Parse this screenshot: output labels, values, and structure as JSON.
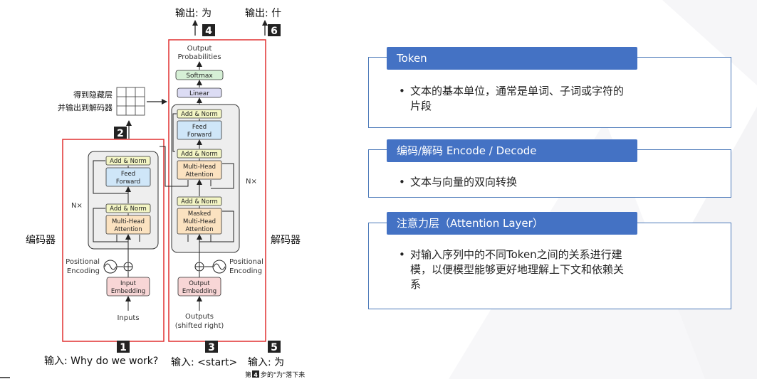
{
  "diagram": {
    "top_out_left": "输出: 为",
    "top_out_right": "输出: 什",
    "badges": [
      "1",
      "2",
      "3",
      "4",
      "5",
      "6"
    ],
    "output_probabilities": [
      "Output",
      "Probabilities"
    ],
    "softmax": "Softmax",
    "linear": "Linear",
    "add_norm": "Add & Norm",
    "feed_forward": [
      "Feed",
      "Forward"
    ],
    "multi_head": [
      "Multi-Head",
      "Attention"
    ],
    "masked_multi_head": [
      "Masked",
      "Multi-Head",
      "Attention"
    ],
    "nx": "N×",
    "hidden_label_1": "得到隐藏层",
    "hidden_label_2": "并输出到解码器",
    "encoder_label": "编码器",
    "decoder_label": "解码器",
    "positional_encoding": [
      "Positional",
      "Encoding"
    ],
    "input_embedding": [
      "Input",
      "Embedding"
    ],
    "output_embedding": [
      "Output",
      "Embedding"
    ],
    "inputs": "Inputs",
    "outputs": [
      "Outputs",
      "(shifted right)"
    ],
    "input_1": "输入: Why do we work?",
    "input_3": "输入: <start>",
    "input_5": "输入: 为",
    "note_prefix": "第",
    "note_badge": "4",
    "note_suffix": "步的\"为\"落下来"
  },
  "cards": [
    {
      "title": "Token",
      "lines": [
        "文本的基本单位，通常是单词、子词或字符的",
        "片段"
      ]
    },
    {
      "title": "编码/解码 Encode / Decode",
      "lines": [
        "文本与向量的双向转换"
      ]
    },
    {
      "title": "注意力层（Attention Layer）",
      "lines": [
        "对输入序列中的不同Token之间的关系进行建",
        "模，以便模型能够更好地理解上下文和依赖关",
        "系"
      ]
    }
  ],
  "colors": {
    "accent": "#4472c4",
    "border": "#4a78b8",
    "frame_red": "#e03030",
    "add_norm_fill": "#f3f5c4",
    "ff_fill": "#cfe6f8",
    "attn_fill": "#fbe2c0",
    "embed_fill": "#f8d6d6",
    "linear_fill": "#dcdcf4",
    "softmax_fill": "#d6f0d6"
  }
}
